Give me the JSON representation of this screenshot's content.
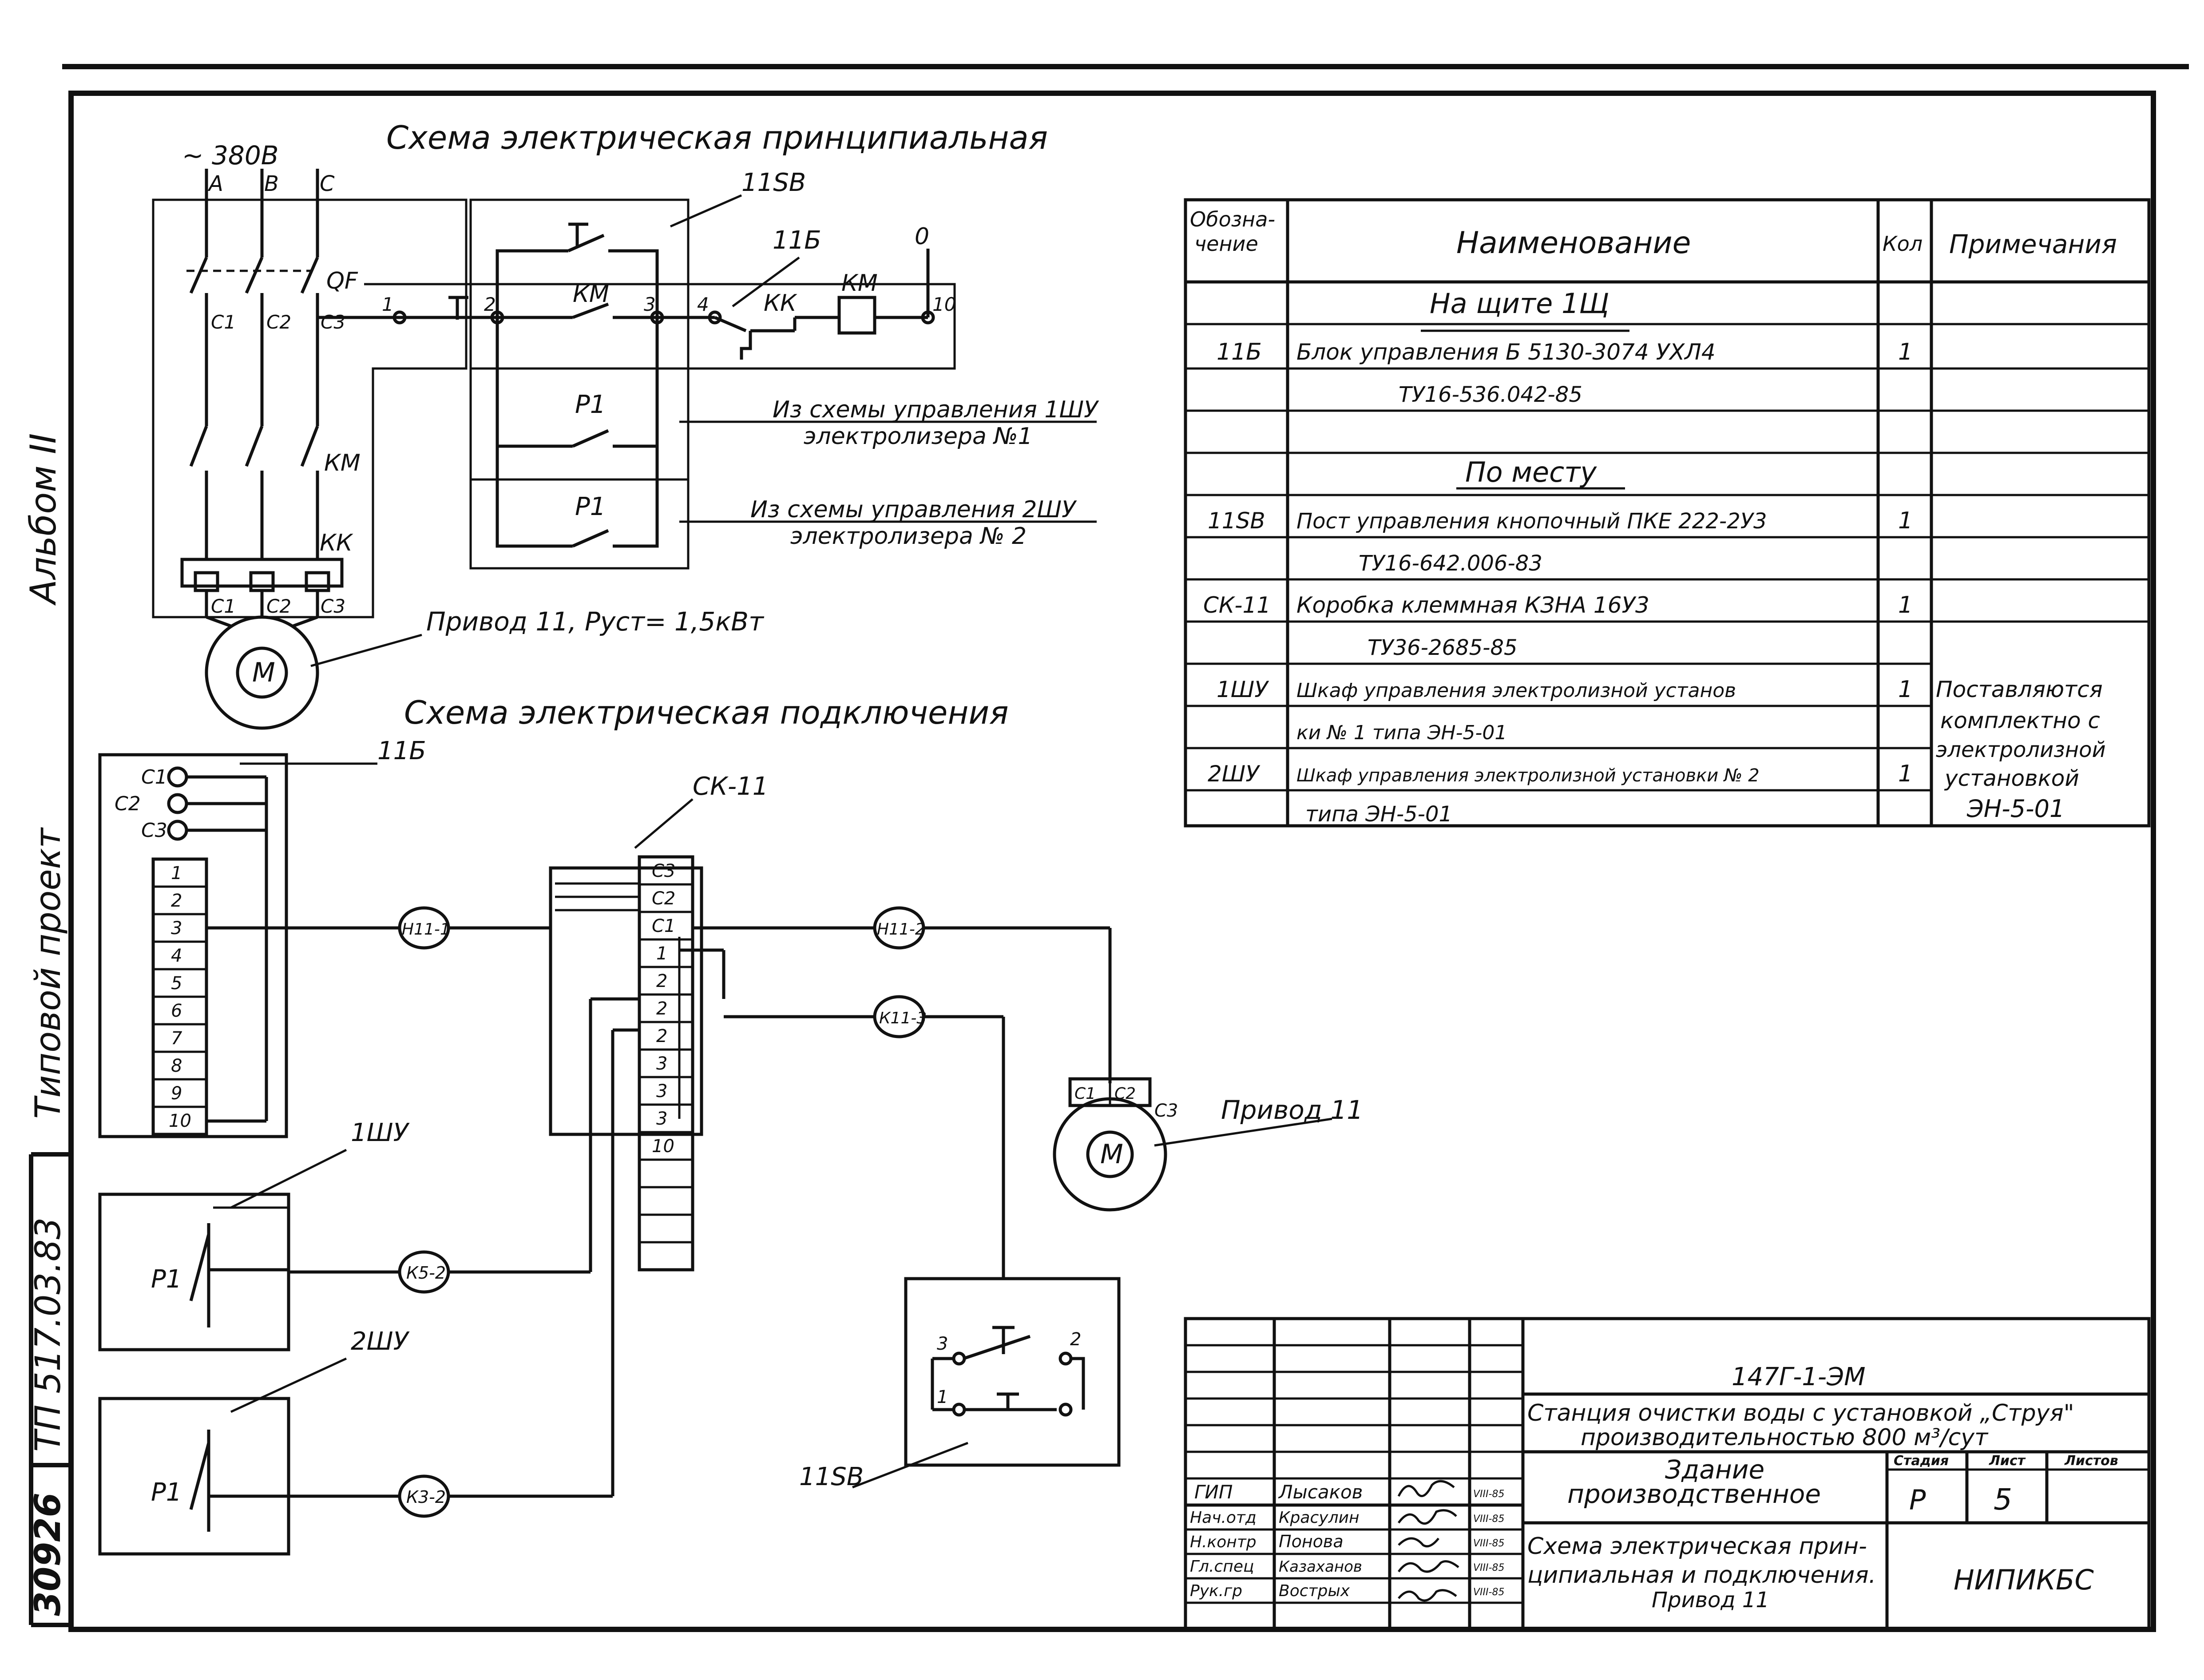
{
  "left_margin": {
    "album": "Альбом II",
    "project_type": "Типовой проект",
    "code": "ТП 517.03.83",
    "inv_no": "30926"
  },
  "schematic": {
    "title": "Схема электрическая принципиальная",
    "supply": "~ 380В",
    "phases": [
      "A",
      "B",
      "C"
    ],
    "breaker": "QF",
    "contactor": "КМ",
    "overload": "КК",
    "terminals": [
      "С1",
      "С2",
      "С3"
    ],
    "control_block": "11Б",
    "push_station": "11SB",
    "node_labels": [
      "1",
      "2",
      "3",
      "4",
      "10",
      "0"
    ],
    "coil": "КМ",
    "aux_contact": "КМ",
    "kk_contact": "КК",
    "relay1": "Р1",
    "relay2": "Р1",
    "note1_line1": "Из схемы управления 1ШУ",
    "note1_line2": "электролизера №1",
    "note2_line1": "Из схемы управления 2ШУ",
    "note2_line2": "электролизера № 2",
    "drive": "Привод 11, Руст= 1,5кВт",
    "motor": "М"
  },
  "connection": {
    "title": "Схема электрическая подключения",
    "block": "11Б",
    "block_terms": [
      "С1",
      "С2",
      "С3"
    ],
    "block_rows": [
      "1",
      "2",
      "3",
      "4",
      "5",
      "6",
      "7",
      "8",
      "9",
      "10"
    ],
    "box": "СК-11",
    "box_rows": [
      "С3",
      "С2",
      "С1",
      "1",
      "2",
      "2",
      "2",
      "3",
      "3",
      "3",
      "10"
    ],
    "cables": [
      "Н11-1",
      "Н11-2",
      "К11-3",
      "К5-2",
      "К3-2"
    ],
    "cab1_label": "1ШУ",
    "cab2_label": "2ШУ",
    "relay": "Р1",
    "drive": "Привод 11",
    "motor_terms": [
      "С1",
      "С2",
      "С3"
    ],
    "motor": "М",
    "post": "11SB",
    "post_terms": [
      "3",
      "2",
      "1"
    ]
  },
  "spec_table": {
    "headers": [
      "Обозначение",
      "Наименование",
      "Кол",
      "Примечания"
    ],
    "header_line1": "Обозна-",
    "header_line2": "чение",
    "section1": "На щите 1Щ",
    "section2": "По месту",
    "rows": [
      {
        "code": "11Б",
        "name": "Блок управления Б 5130-3074 УХЛ4",
        "qty": "1"
      },
      {
        "code": "",
        "name": "ТУ16-536.042-85",
        "qty": ""
      },
      {
        "code": "11SB",
        "name": "Пост управления кнопочный ПКЕ 222-2У3",
        "qty": "1"
      },
      {
        "code": "",
        "name": "ТУ16-642.006-83",
        "qty": ""
      },
      {
        "code": "СК-11",
        "name": "Коробка клеммная КЗНА 16У3",
        "qty": "1"
      },
      {
        "code": "",
        "name": "ТУ36-2685-85",
        "qty": ""
      },
      {
        "code": "1ШУ",
        "name": "Шкаф управления электролизной установ",
        "qty": "1"
      },
      {
        "code": "",
        "name": "ки № 1 типа ЭН-5-01",
        "qty": ""
      },
      {
        "code": "2ШУ",
        "name": "Шкаф управления электролизной установки № 2",
        "qty": "1"
      },
      {
        "code": "",
        "name": "типа ЭН-5-01",
        "qty": ""
      }
    ],
    "note_lines": [
      "Поставляются",
      "комплектно с",
      "электролизной",
      "установкой",
      "ЭН-5-01"
    ]
  },
  "title_block": {
    "doc_code": "147Г-1-ЭМ",
    "station_line1": "Станция очистки воды с установкой „Струя\"",
    "station_line2": "производительностью 800 м³/сут",
    "building_line1": "Здание",
    "building_line2": "производственное",
    "sheet_line1": "Схема электрическая прин-",
    "sheet_line2": "ципиальная и подключения.",
    "sheet_line3": "Привод 11",
    "stage_label": "Стадия",
    "sheet_label": "Лист",
    "sheets_label": "Листов",
    "stage": "Р",
    "sheet": "5",
    "org": "НИПИКБС",
    "people": [
      {
        "role": "ГИП",
        "name": "Лысаков",
        "date": "VIII-85"
      },
      {
        "role": "Нач.отд",
        "name": "Красулин",
        "date": "VIII-85"
      },
      {
        "role": "Н.контр",
        "name": "Понова",
        "date": "VIII-85"
      },
      {
        "role": "Гл.спец",
        "name": "Казаханов",
        "date": "VIII-85"
      },
      {
        "role": "Рук.гр",
        "name": "Вострых",
        "date": "VIII-85"
      }
    ]
  }
}
